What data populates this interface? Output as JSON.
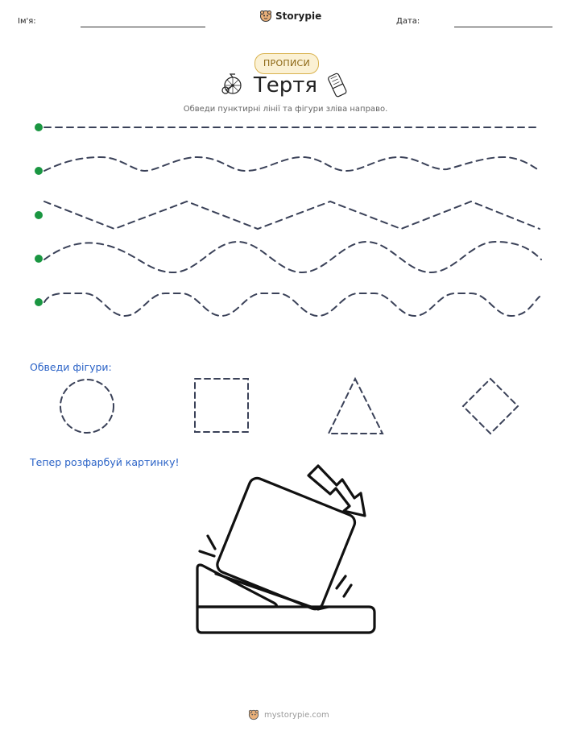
{
  "header": {
    "name_label": "Ім'я:",
    "date_label": "Дата:",
    "brand": "Storypie"
  },
  "badge": "ПРОПИСИ",
  "title": "Тертя",
  "subtitle": "Обведи пунктирні лінії та фігури зліва направо.",
  "tracing_lines": [
    "straight",
    "smooth-wave",
    "zigzag",
    "smooth-wave",
    "bumpy-wave"
  ],
  "shapes_section": {
    "label": "Обведи фігури:",
    "shapes": [
      "circle",
      "square",
      "triangle",
      "diamond"
    ]
  },
  "coloring_section": {
    "label": "Тепер розфарбуй картинку!",
    "picture": "block-sliding-down-ramp-icon"
  },
  "icons": [
    "penny-farthing-bicycle-icon",
    "eraser-icon",
    "storypie-logo-icon"
  ],
  "colors": {
    "start_dot": "#1a9641",
    "dash": "#3a4158",
    "badge_border": "#d9b24e",
    "badge_fill": "#fbf1d4",
    "section_label": "#2b63c7"
  },
  "footer": {
    "url": "mystorypie.com"
  }
}
